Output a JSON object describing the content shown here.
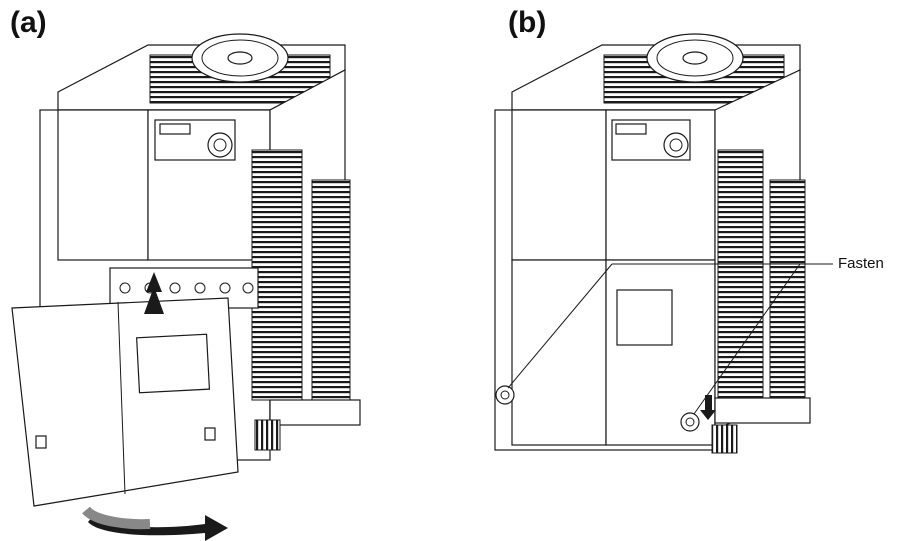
{
  "figure": {
    "panels": [
      {
        "label": "(a)"
      },
      {
        "label": "(b)"
      }
    ],
    "callout": {
      "text": "Fasten"
    }
  }
}
